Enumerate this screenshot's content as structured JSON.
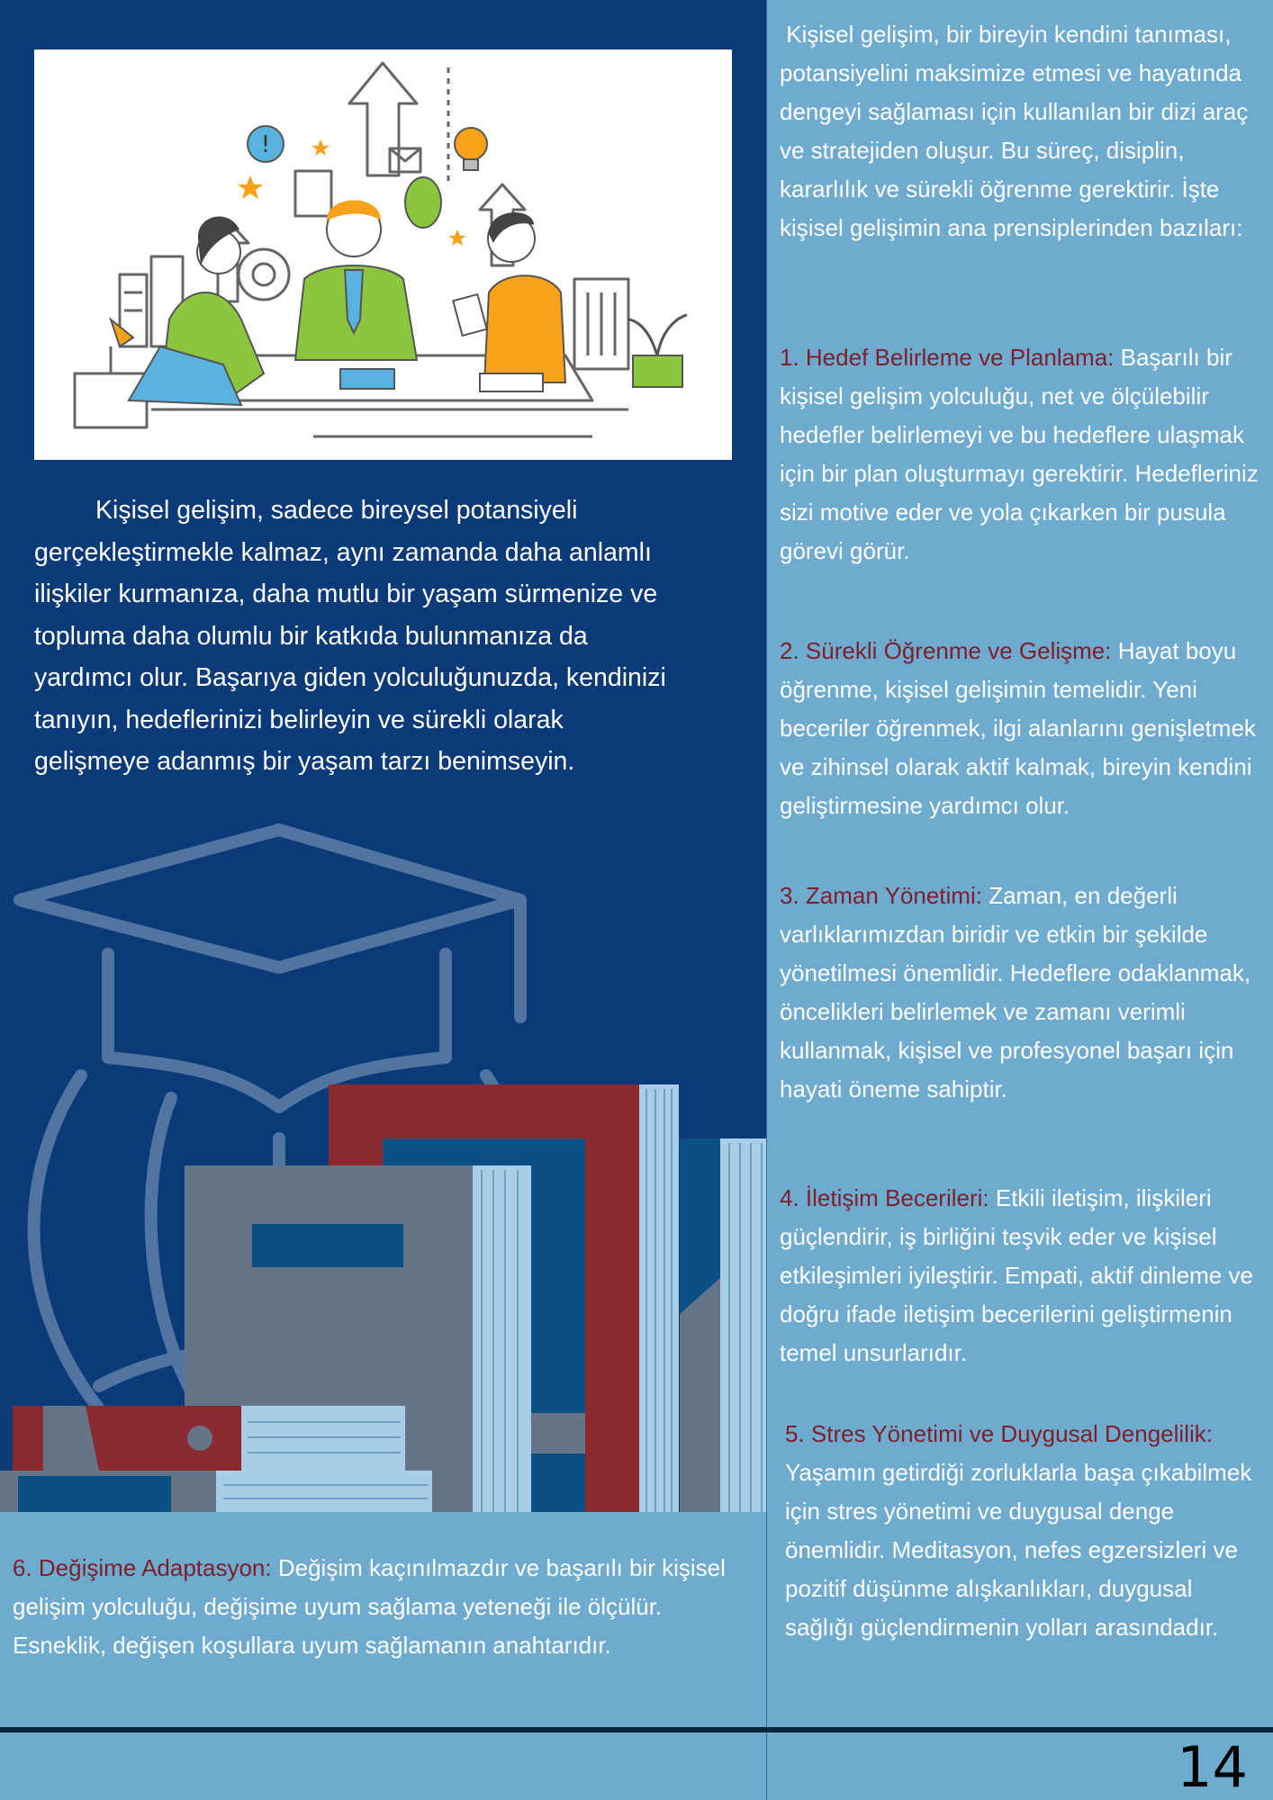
{
  "intro": "Kişisel gelişim, sadece bireysel potansiyeli gerçekleştirmekle kalmaz, aynı zamanda daha anlamlı ilişkiler kurmanıza, daha mutlu bir yaşam sürmenize ve topluma daha olumlu bir katkıda bulunmanıza da yardımcı olur. Başarıya giden yolculuğunuzda, kendinizi tanıyın, hedeflerinizi belirleyin ve sürekli olarak gelişmeye adanmış bir yaşam tarzı benimseyin.",
  "right_intro": "Kişisel gelişim, bir bireyin kendini tanıması, potansiyelini maksimize etmesi ve hayatında dengeyi sağlaması için kullanılan bir dizi araç ve stratejiden oluşur. Bu süreç, disiplin, kararlılık ve sürekli öğrenme gerektirir. İşte kişisel gelişimin ana prensiplerinden bazıları:",
  "principles": [
    {
      "title": "1. Hedef Belirleme ve Planlama:",
      "body": " Başarılı bir kişisel gelişim yolculuğu, net ve ölçülebilir hedefler belirlemeyi ve bu hedeflere ulaşmak için bir plan oluşturmayı gerektirir. Hedefleriniz sizi motive eder ve yola çıkarken bir pusula görevi görür."
    },
    {
      "title": "2. Sürekli Öğrenme ve Gelişme:",
      "body": " Hayat boyu öğrenme, kişisel gelişimin temelidir. Yeni beceriler öğrenmek, ilgi alanlarını genişletmek ve zihinsel olarak aktif kalmak, bireyin kendini geliştirmesine yardımcı olur."
    },
    {
      "title": "3. Zaman Yönetimi:",
      "body": " Zaman, en değerli varlıklarımızdan biridir ve etkin bir şekilde yönetilmesi önemlidir. Hedeflere odaklanmak, öncelikleri belirlemek ve zamanı verimli kullanmak, kişisel ve profesyonel başarı için hayati öneme sahiptir."
    },
    {
      "title": "4. İletişim Becerileri:",
      "body": " Etkili iletişim, ilişkileri güçlendirir, iş birliğini teşvik eder ve kişisel etkileşimleri iyileştirir. Empati, aktif dinleme ve doğru ifade iletişim becerilerini geliştirmenin temel unsurlarıdır."
    },
    {
      "title": "5. Stres Yönetimi ve Duygusal Dengelilik:",
      "body": " Yaşamın getirdiği zorluklarla başa çıkabilmek için stres yönetimi ve duygusal denge önemlidir. Meditasyon, nefes egzersizleri ve pozitif düşünme alışkanlıkları, duygusal sağlığı güçlendirmenin yolları arasındadır."
    },
    {
      "title": "6. Değişime Adaptasyon:",
      "body": " Değişim kaçınılmazdır ve başarılı bir kişisel gelişim yolculuğu, değişime uyum sağlama yeteneği ile ölçülür. Esneklik, değişen koşullara uyum sağlamanın anahtarıdır."
    }
  ],
  "page_number": "14",
  "colors": {
    "navy": "#0b3a78",
    "light_blue": "#6eabcf",
    "accent_red": "#7e1f2a"
  }
}
